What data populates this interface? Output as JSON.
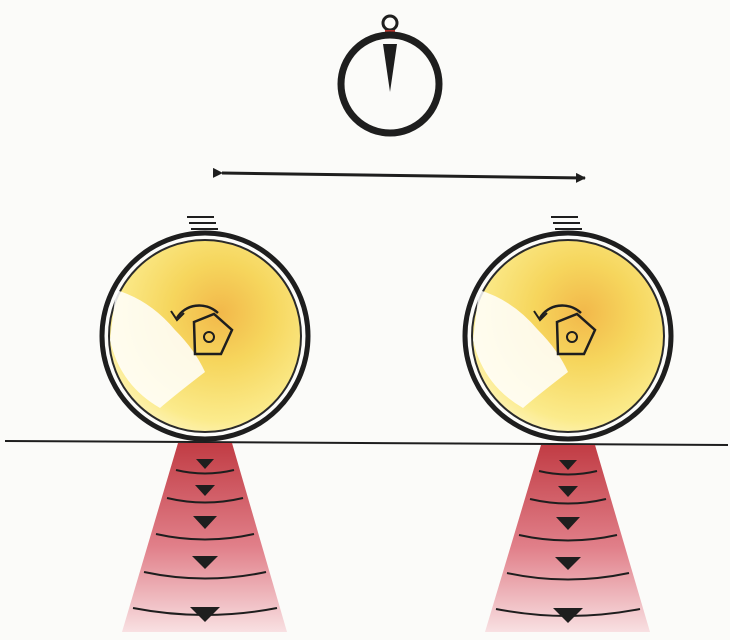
{
  "diagram": {
    "wheels": [
      {
        "name": "left-wheel",
        "rotation": "counter-clockwise"
      },
      {
        "name": "right-wheel",
        "rotation": "counter-clockwise"
      }
    ],
    "timer_icon": "stopwatch-icon",
    "travel_arrow": "double-headed-arrow",
    "pressure_icon": "downward-pressure-cone",
    "pressure_levels": 5,
    "colors": {
      "line": "#1e1e1e",
      "wheel_glow": "#f3c03a",
      "wheel_core": "#fff6b3",
      "cone_dark": "#c8484f",
      "cone_light": "#f7dcdd",
      "timer_accent": "#b0332c"
    }
  }
}
